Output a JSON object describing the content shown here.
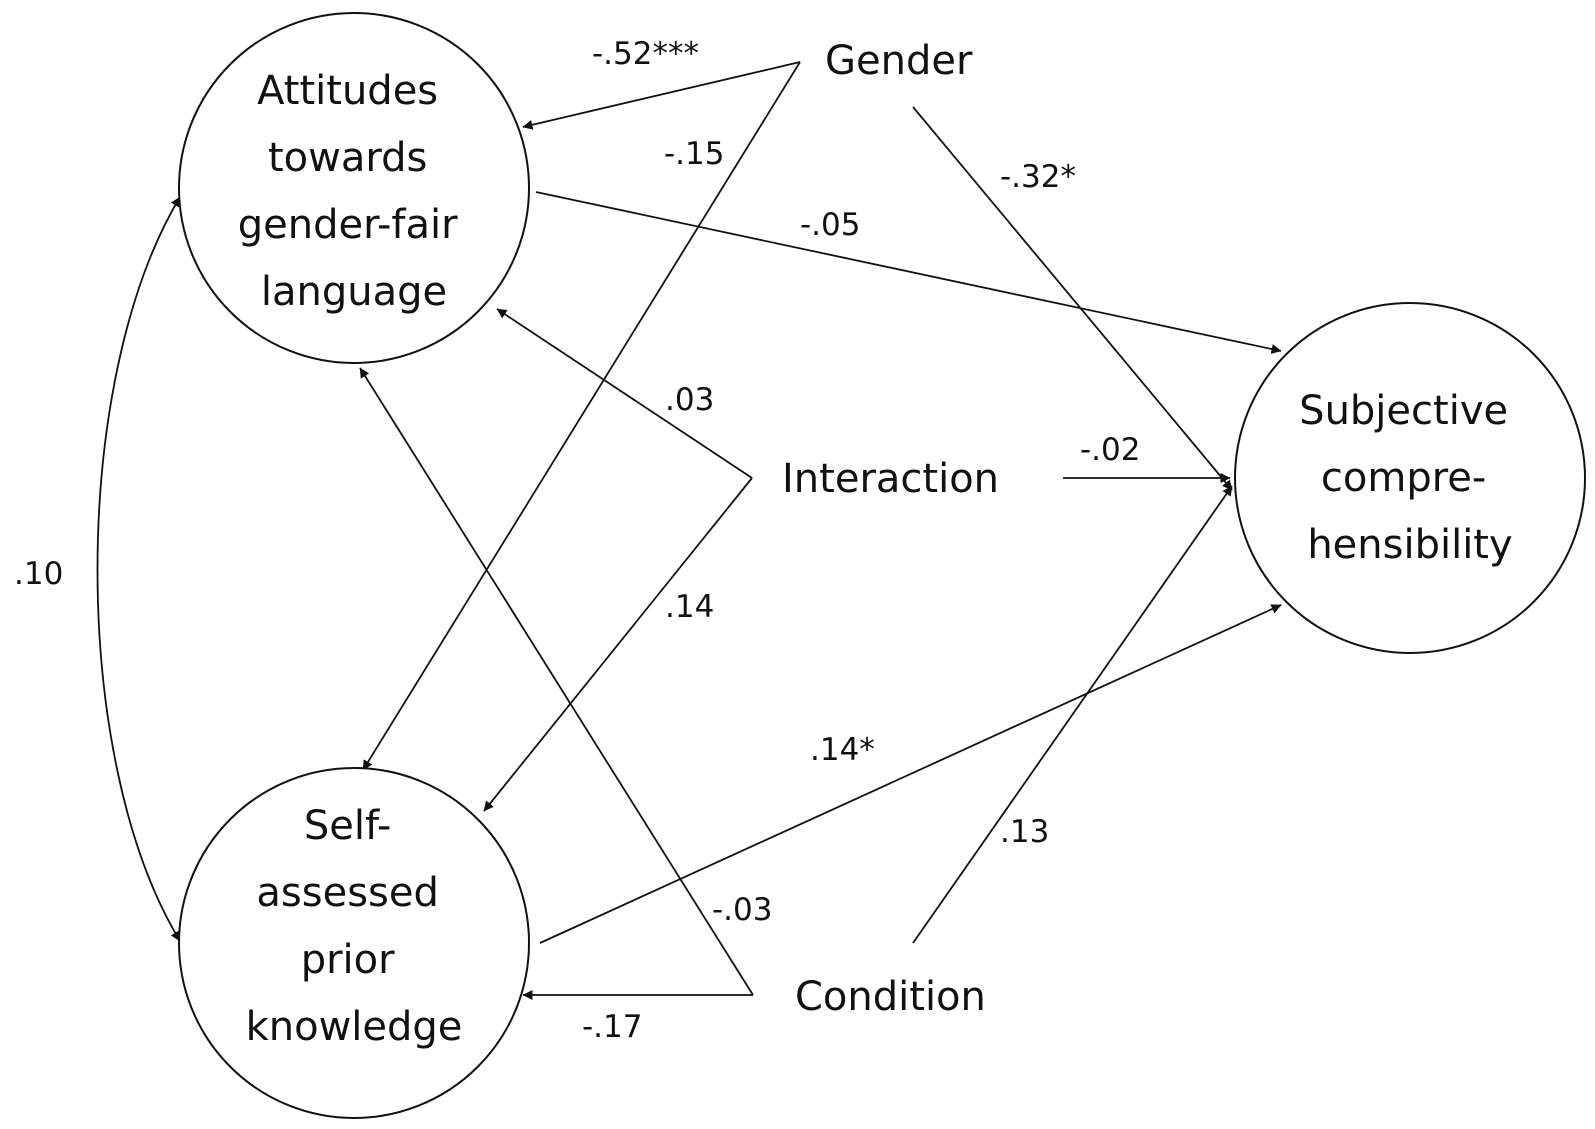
{
  "nodes": {
    "attitudes": [
      "Attitudes",
      "towards",
      "gender-fair",
      "language"
    ],
    "knowledge": [
      "Self-",
      "assessed",
      "prior",
      "knowledge"
    ],
    "comprehensibility": [
      "Subjective",
      "compre-",
      "hensibility"
    ],
    "gender": "Gender",
    "interaction": "Interaction",
    "condition": "Condition"
  },
  "coefficients": {
    "gender_attitudes": "-.52***",
    "gender_knowledge": "-.15",
    "gender_comprehensibility": "-.32*",
    "attitudes_comprehensibility": "-.05",
    "interaction_attitudes": ".03",
    "interaction_comprehensibility": "-.02",
    "interaction_knowledge": ".14",
    "knowledge_comprehensibility": ".14*",
    "condition_comprehensibility": ".13",
    "condition_attitudes": "-.03",
    "condition_knowledge": "-.17",
    "attitudes_knowledge_correlation": ".10"
  }
}
